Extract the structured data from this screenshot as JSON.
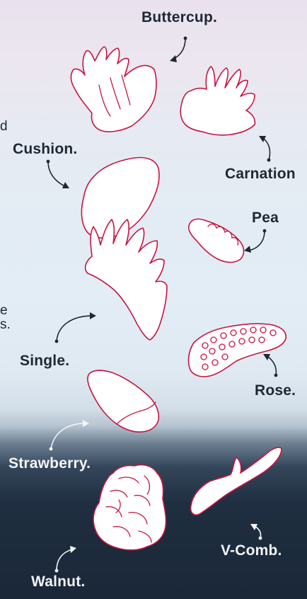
{
  "labels": {
    "buttercup": "Buttercup.",
    "carnation": "Carnation",
    "cushion": "Cushion.",
    "pea": "Pea",
    "single": "Single.",
    "rose": "Rose.",
    "strawberry": "Strawberry.",
    "vcomb": "V-Comb.",
    "walnut": "Walnut."
  },
  "edge_text": [
    "d",
    "e",
    "s."
  ],
  "colors": {
    "shape_fill": "#ffffff",
    "shape_stroke": "#c8143f",
    "label_dark": "#1e2833",
    "label_light": "#f3f5f8"
  }
}
